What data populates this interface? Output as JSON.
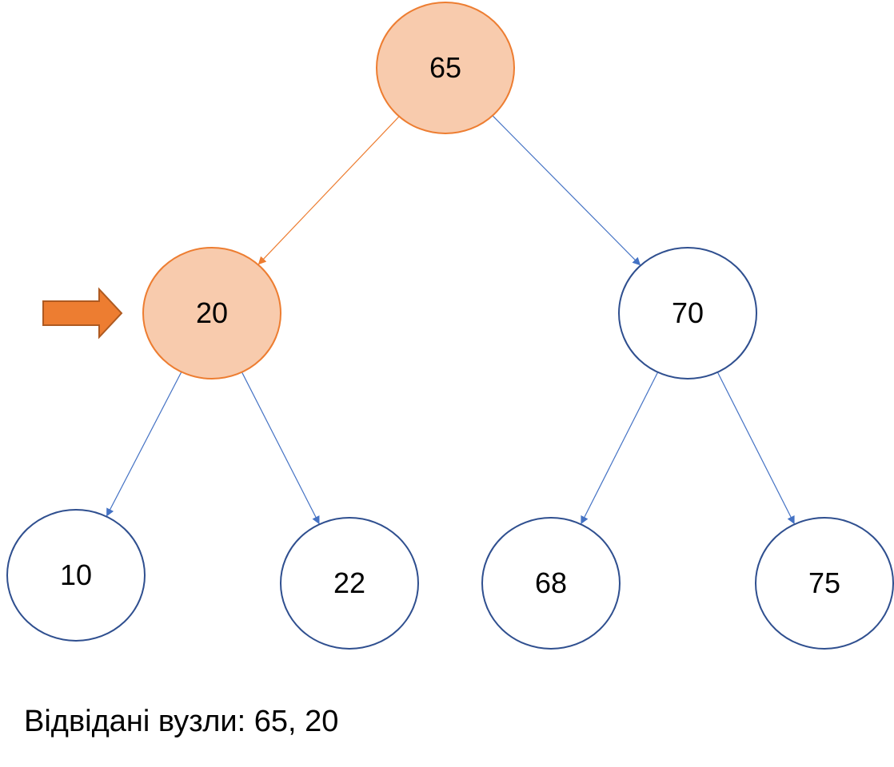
{
  "tree": {
    "nodes": [
      {
        "id": "n65",
        "value": "65",
        "visited": true
      },
      {
        "id": "n20",
        "value": "20",
        "visited": true
      },
      {
        "id": "n70",
        "value": "70",
        "visited": false
      },
      {
        "id": "n10",
        "value": "10",
        "visited": false
      },
      {
        "id": "n22",
        "value": "22",
        "visited": false
      },
      {
        "id": "n68",
        "value": "68",
        "visited": false
      },
      {
        "id": "n75",
        "value": "75",
        "visited": false
      }
    ],
    "edges": [
      {
        "from": "n65",
        "to": "n20",
        "traversed": true
      },
      {
        "from": "n65",
        "to": "n70",
        "traversed": false
      },
      {
        "from": "n20",
        "to": "n10",
        "traversed": false
      },
      {
        "from": "n20",
        "to": "n22",
        "traversed": false
      },
      {
        "from": "n70",
        "to": "n68",
        "traversed": false
      },
      {
        "from": "n70",
        "to": "n75",
        "traversed": false
      }
    ],
    "current_node": "n20"
  },
  "caption": {
    "text": "Відвідані вузли: 65, 20"
  },
  "colors": {
    "visited_fill": "#f8cbad",
    "visited_stroke": "#ed7d31",
    "unvisited_fill": "#ffffff",
    "unvisited_stroke": "#2f4f8f",
    "edge": "#4472c4",
    "traversed_edge": "#ed7d31",
    "pointer_fill": "#ed7d31",
    "pointer_stroke": "#ae5a21"
  },
  "icons": {
    "pointer": "right-arrow-icon"
  }
}
